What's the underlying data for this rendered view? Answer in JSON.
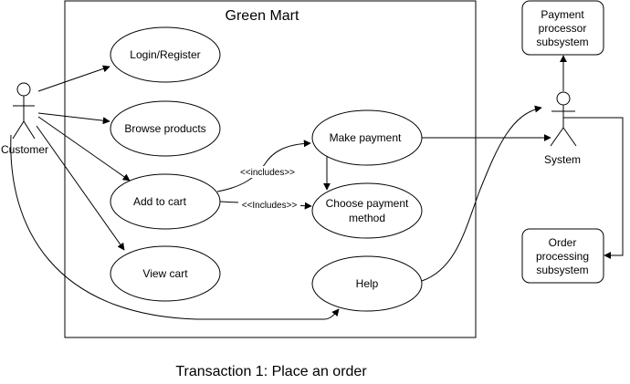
{
  "system_title": "Green Mart",
  "caption": "Transaction 1: Place an order",
  "actors": {
    "customer": "Customer",
    "system": "System"
  },
  "use_cases": {
    "login": "Login/Register",
    "browse": "Browse products",
    "add_to_cart": "Add to cart",
    "view_cart": "View cart",
    "make_payment": "Make payment",
    "choose_payment": [
      "Choose payment",
      "method"
    ],
    "help": "Help"
  },
  "relations": {
    "includes_1": "<<includes>>",
    "includes_2": "<<Includes>>"
  },
  "subsystems": {
    "payment": [
      "Payment",
      "processor",
      "subsystem"
    ],
    "order": [
      "Order",
      "processing",
      "subsystem"
    ]
  }
}
